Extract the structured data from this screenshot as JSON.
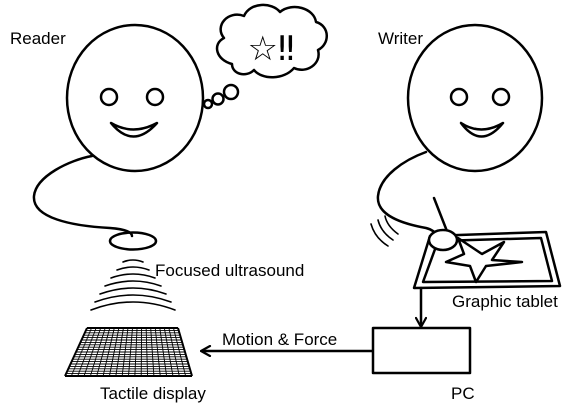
{
  "labels": {
    "reader": "Reader",
    "writer": "Writer",
    "focused_ultrasound": "Focused ultrasound",
    "graphic_tablet": "Graphic tablet",
    "motion_force": "Motion & Force",
    "tactile_display": "Tactile display",
    "pc": "PC"
  },
  "thought_bubble_symbols": "☆‼",
  "colors": {
    "ink": "#000000",
    "background": "#ffffff"
  }
}
